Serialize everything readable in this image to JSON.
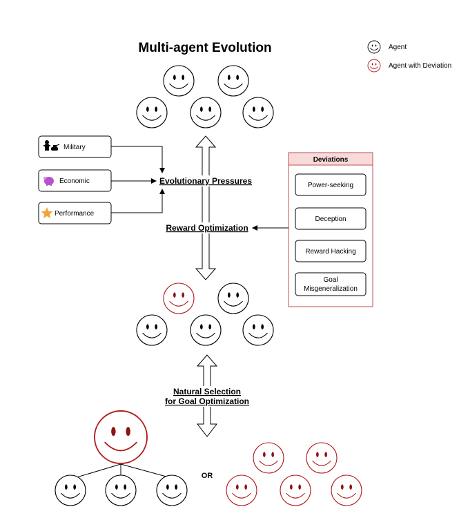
{
  "title": "Multi-agent Evolution",
  "legend": {
    "agent": "Agent",
    "deviation": "Agent with Deviation"
  },
  "pressures": {
    "military": "Military",
    "economic": "Economic",
    "performance": "Performance",
    "label": "Evolutionary Pressures"
  },
  "reward_label": "Reward Optimization",
  "deviations": {
    "header": "Deviations",
    "items": [
      "Power-seeking",
      "Deception",
      "Reward Hacking",
      "Goal",
      "Misgeneralization"
    ]
  },
  "selection": {
    "line1": "Natural Selection",
    "line2": "for Goal Optimization"
  },
  "or_label": "OR",
  "colors": {
    "agent": "#000000",
    "deviation": "#b01d1d",
    "deviation_box_fill": "#f9dadb",
    "deviation_box_border": "#c24d52"
  },
  "icons": {
    "military": "soldier-tank-icon",
    "economic": "piggy-bank-icon",
    "performance": "star-icon"
  }
}
